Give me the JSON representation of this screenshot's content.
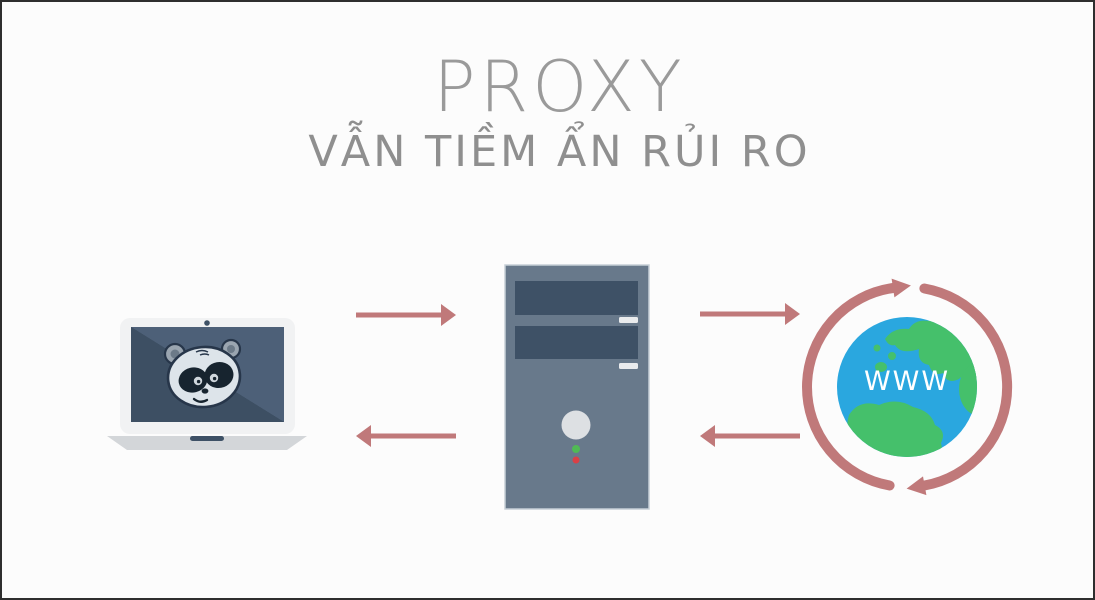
{
  "header": {
    "title": "PROXY",
    "subtitle": "VẪN TIỀM ẨN RỦI RO"
  },
  "diagram": {
    "globe_label": "WWW",
    "nodes": [
      "client-laptop-with-panda",
      "proxy-server-tower",
      "internet-globe"
    ],
    "flows": [
      "client-to-proxy",
      "proxy-to-client",
      "proxy-to-internet",
      "internet-to-proxy"
    ]
  },
  "icons": {
    "laptop": "laptop-icon",
    "panda": "panda-icon",
    "webcam": "webcam-icon",
    "server": "server-tower-icon",
    "power": "power-button-icon",
    "led_green": "green-led-icon",
    "led_red": "red-led-icon",
    "globe": "globe-icon",
    "sync": "sync-arrows-icon",
    "arrow": "flow-arrow-icon"
  },
  "colors": {
    "background": "#fcfcfc",
    "frame_border": "#2e2e2e",
    "title_gray": "#9a9a9a",
    "subtitle_gray": "#8f8f8f",
    "arrow_rose": "#c0797a",
    "server_body": "#68798b",
    "panel_dark": "#3e5166",
    "laptop_frame": "#f1f2f3",
    "laptop_base": "#d3d6d9",
    "screen_dark": "#3d4f63",
    "screen_light": "#4d6078",
    "globe_ocean": "#2aa7df",
    "globe_land": "#45c06b",
    "led_green": "#50b954",
    "led_red": "#da4046",
    "white": "#ffffff"
  }
}
